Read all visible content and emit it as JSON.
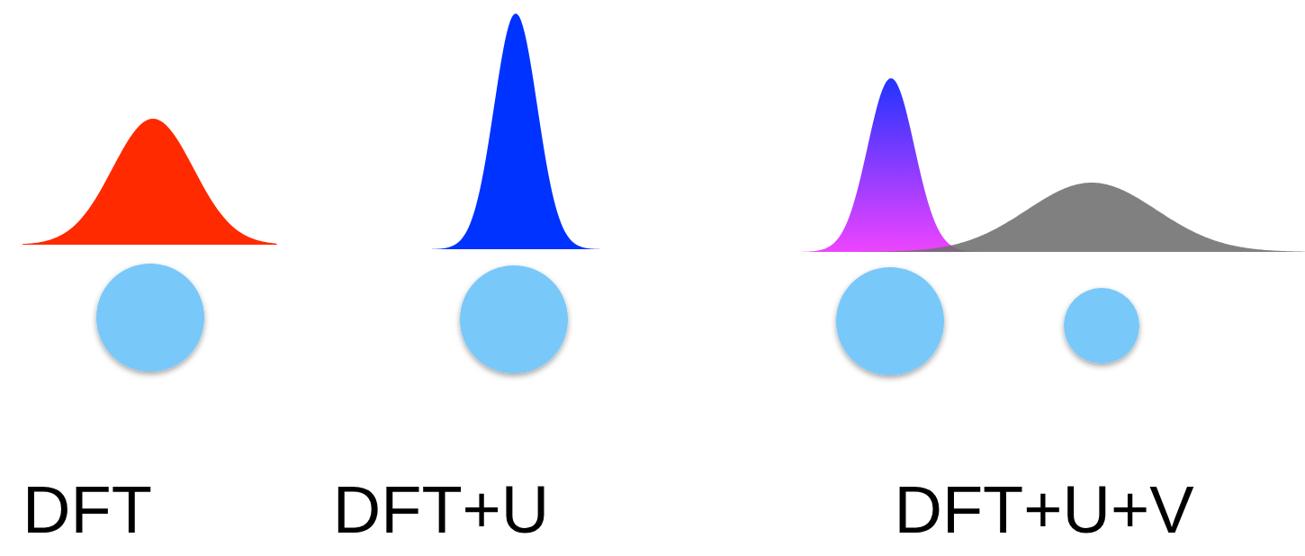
{
  "diagram": {
    "labels": [
      "DFT",
      "DFT+U",
      "DFT+U+V"
    ]
  }
}
